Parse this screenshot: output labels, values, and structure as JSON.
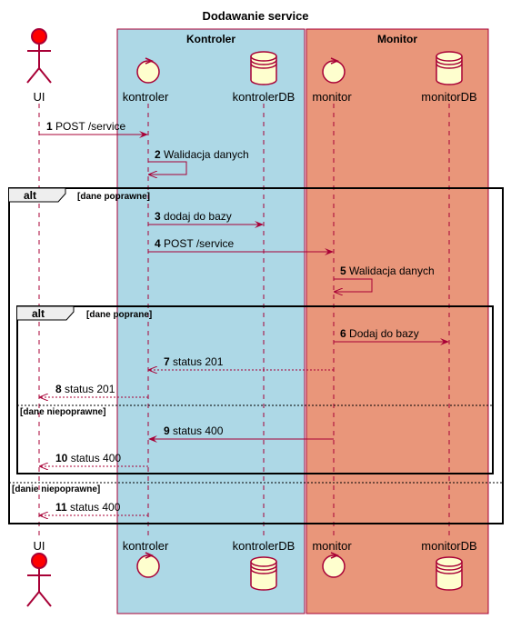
{
  "title": "Dodawanie service",
  "boxes": [
    {
      "id": "kontroler-box",
      "title": "Kontroler",
      "color": "#ADD8E6"
    },
    {
      "id": "monitor-box",
      "title": "Monitor",
      "color": "#E9967A"
    }
  ],
  "participants": [
    {
      "id": "ui",
      "name": "UI",
      "type": "actor"
    },
    {
      "id": "kontroler",
      "name": "kontroler",
      "type": "control"
    },
    {
      "id": "kontrolerdb",
      "name": "kontrolerDB",
      "type": "database"
    },
    {
      "id": "monitor",
      "name": "monitor",
      "type": "control"
    },
    {
      "id": "monitordb",
      "name": "monitorDB",
      "type": "database"
    }
  ],
  "messages": [
    {
      "num": "1",
      "text": "POST /service",
      "from": "ui",
      "to": "kontroler",
      "style": "solid"
    },
    {
      "num": "2",
      "text": "Walidacja danych",
      "from": "kontroler",
      "to": "kontroler",
      "style": "solid"
    },
    {
      "num": "3",
      "text": "dodaj do bazy",
      "from": "kontroler",
      "to": "kontrolerdb",
      "style": "solid"
    },
    {
      "num": "4",
      "text": "POST /service",
      "from": "kontroler",
      "to": "monitor",
      "style": "solid"
    },
    {
      "num": "5",
      "text": "Walidacja danych",
      "from": "monitor",
      "to": "monitor",
      "style": "solid"
    },
    {
      "num": "6",
      "text": "Dodaj do bazy",
      "from": "monitor",
      "to": "monitordb",
      "style": "solid"
    },
    {
      "num": "7",
      "text": "status 201",
      "from": "monitor",
      "to": "kontroler",
      "style": "dashed"
    },
    {
      "num": "8",
      "text": "status 201",
      "from": "kontroler",
      "to": "ui",
      "style": "dashed"
    },
    {
      "num": "9",
      "text": "status 400",
      "from": "monitor",
      "to": "kontroler",
      "style": "solid"
    },
    {
      "num": "10",
      "text": "status 400",
      "from": "kontroler",
      "to": "ui",
      "style": "dashed"
    },
    {
      "num": "11",
      "text": "status 400",
      "from": "kontroler",
      "to": "ui",
      "style": "dashed"
    }
  ],
  "frames": [
    {
      "id": "outer-alt",
      "keyword": "alt",
      "guard": "[dane poprawne]",
      "else_guard": "[danie niepoprawne]"
    },
    {
      "id": "inner-alt",
      "keyword": "alt",
      "guard": "[dane poprane]",
      "else_guard": "[dane niepoprawne]"
    }
  ],
  "colors": {
    "arrow": "#A80036",
    "participant_fill": "#FEFECE",
    "actor_fill": "#FF0000",
    "lifeline": "#A80036"
  }
}
